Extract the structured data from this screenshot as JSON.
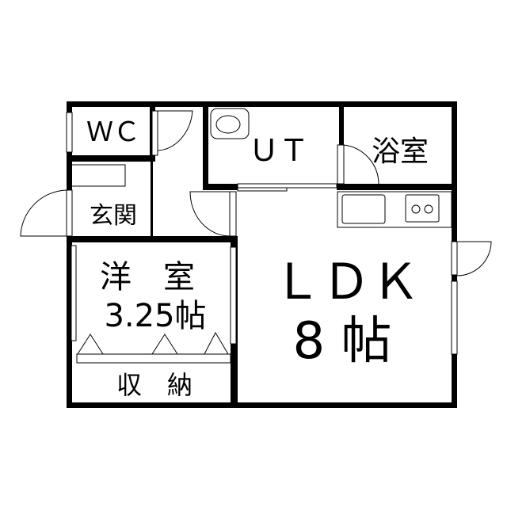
{
  "floorplan": {
    "rooms": {
      "wc": "ＷＣ",
      "ut": "ＵＴ",
      "bath": "浴室",
      "entrance": "玄関",
      "western_room": "洋　室",
      "western_room_size": "3.25帖",
      "storage": "収　納",
      "ldk": "ＬＤＫ",
      "ldk_size": "8 帖"
    },
    "colors": {
      "wall": "#000000",
      "background": "#ffffff"
    }
  }
}
